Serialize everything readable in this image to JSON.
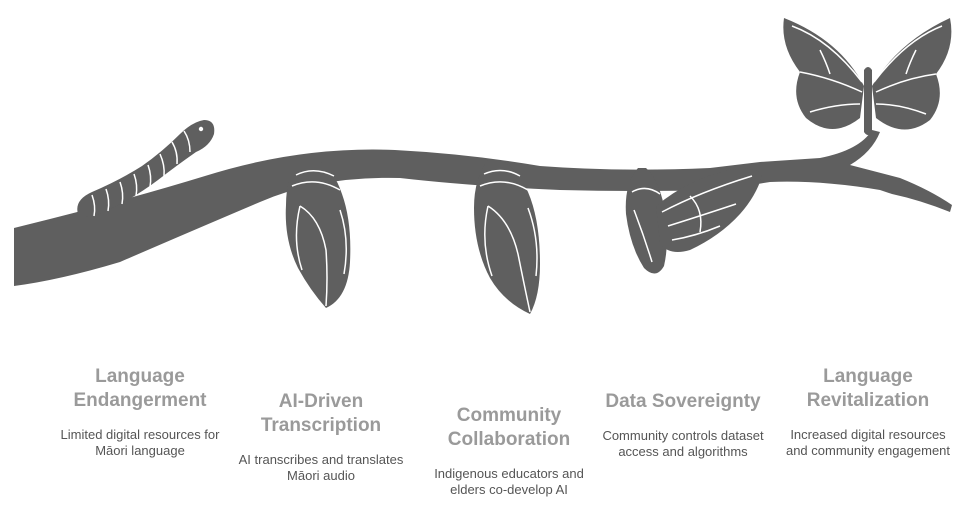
{
  "colors": {
    "silhouette": "#5f5f5f",
    "detail": "#ffffff",
    "title": "#9a9a9a",
    "description": "#555555"
  },
  "stages": [
    {
      "title": "Language Endangerment",
      "description": "Limited digital resources for Māori language",
      "icon": "caterpillar-icon"
    },
    {
      "title": "AI-Driven Transcription",
      "description": "AI transcribes and translates Māori audio",
      "icon": "chrysalis-icon"
    },
    {
      "title": "Community Collaboration",
      "description": "Indigenous educators and elders co-develop AI",
      "icon": "chrysalis-icon"
    },
    {
      "title": "Data Sovereignty",
      "description": "Community controls dataset access and algorithms",
      "icon": "emerging-butterfly-icon"
    },
    {
      "title": "Language Revitalization",
      "description": "Increased digital resources and community engagement",
      "icon": "butterfly-icon"
    }
  ]
}
